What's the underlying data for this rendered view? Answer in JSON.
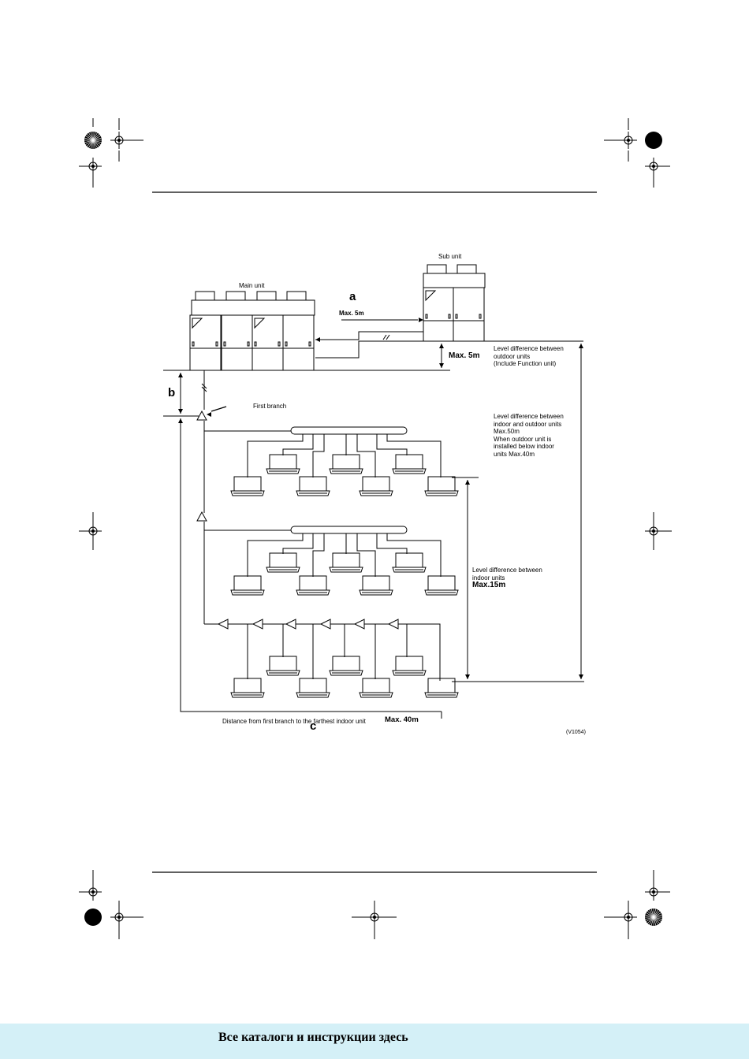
{
  "diagram": {
    "sub_unit_label": "Sub unit",
    "main_unit_label": "Main unit",
    "label_a": "a",
    "label_a_max": "Max. 5m",
    "level_outdoor_max": "Max. 5m",
    "level_outdoor_text": [
      "Level difference between",
      "outdoor units",
      "(Include Function unit)"
    ],
    "label_b": "b",
    "first_branch_label": "First branch",
    "level_indoor_outdoor_text": [
      "Level difference between",
      "indoor and outdoor units",
      "Max.50m",
      "When outdoor unit is",
      "installed below indoor",
      "units Max.40m"
    ],
    "level_indoor_text": [
      "Level difference between",
      "indoor units"
    ],
    "level_indoor_max": "Max.15m",
    "distance_text": "Distance from first branch to the farthest indoor unit",
    "distance_max": "Max. 40m",
    "label_c": "c",
    "figure_code": "(V1054)"
  },
  "footer": {
    "link_text": "Все каталоги и инструкции здесь",
    "band_color": "#d4f0f7"
  }
}
